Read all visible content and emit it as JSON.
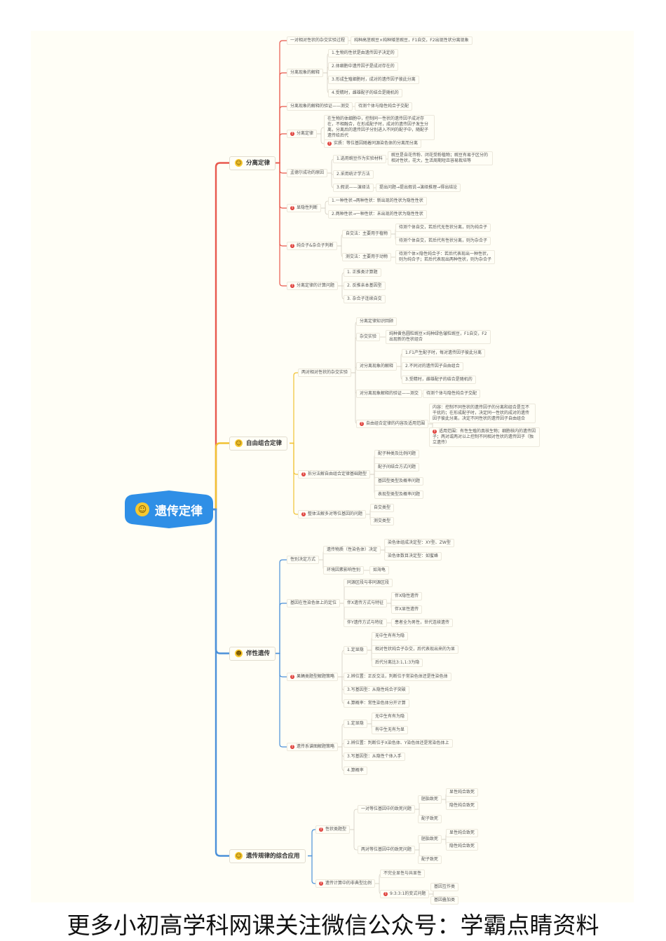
{
  "root": {
    "label": "遗传定律",
    "icon": "smile-face-icon"
  },
  "colors": {
    "red": "#e8594e",
    "yellow": "#f1c232",
    "blue": "#4a90d9",
    "root_fill": "#2f8fe6",
    "gray_link": "#d3cec2",
    "marker": "#e0413c"
  },
  "branches": [
    {
      "label": "分离定律",
      "icon": "smile-face-icon"
    },
    {
      "label": "自由组合定律",
      "icon": "smile-face-icon"
    },
    {
      "label": "伴性遗传",
      "icon": "cool-face-icon"
    },
    {
      "label": "遗传规律的综合应用",
      "icon": "heart-eyes-face-icon"
    }
  ],
  "nodes": [
    "一对相对性状的杂交实验过程",
    "纯种高茎豌豆×纯种矮茎豌豆，F1自交，F2出现性状分离现象",
    "分离现象的解释",
    "1.生物的性状是由遗传因子决定的",
    "2.体细胞中遗传因子是成对存在的",
    "3.形成生殖细胞时，成对的遗传因子彼此分离",
    "4.受精时，雌雄配子的结合是随机的",
    "分离现象的解释的验证——测交",
    "待测个体与隐性纯合子交配",
    "分离定律",
    "在生物的体细胞中，控制同一性状的遗传因子成对存在，不相融合，在形成配子时，成对的遗传因子发生分离，分离后的遗传因子分别进入不同的配子中，随配子遗传给后代",
    "实质：等位基因随着同源染色体的分离而分离",
    "孟德尔成功的原因",
    "1.选用豌豆作为实验材料",
    "豌豆是自花传粉、闭花受粉植物；豌豆有易于区分的相对性状，花大，生活周期短且容易栽培等",
    "2.采用统计学方法",
    "3.假说——演绎法",
    "提出问题→提出假说→演绎推理→得出结论",
    "显隐性判断",
    "1.一种性状→两种性状：新出现的性状为隐性性状",
    "2.两种性状→一种性状：未出现的性状为隐性性状",
    "纯合子&杂合子判断",
    "自交法：主要用于植物",
    "待测个体自交，若后代无性状分离，则为纯合子",
    "待测个体自交，若后代有性状分离，则为杂合子",
    "测交法：主要用于动物",
    "待测个体×隐性纯合子：若后代表现出一种性状，则为纯合子；若后代表现出两种性状，则为杂合子",
    "分离定律的计算问题",
    "1. 正推类计算题",
    "2. 反推亲本基因型",
    "3. 杂合子连续自交",
    "两对相对性状的杂交实验",
    "分离定律知识回顾",
    "杂交实验",
    "纯种黄色圆粒豌豆×纯种绿色皱粒豌豆，F1自交，F2出现新的性状组合",
    "对分离现象的解释",
    "1.F1产生配子时，每对遗传因子彼此分离",
    "2.不同对的遗传因子自由组合",
    "3.受精时，雌雄配子的结合是随机的",
    "对分离现象解释的验证——测交",
    "待测个体与隐性纯合子交配",
    "自由组合定律的内容及适用范围",
    "内容：控制不同性状的遗传因子的分离和组合是互不干扰的；在形成配子时，决定同一性状的成对的遗传因子彼此分离，决定不同性状的遗传因子自由组合",
    "适用范围：有性生殖的真核生物；细胞核内的遗传因子；两对或两对以上控制不同相对性状的遗传因子（独立遗传）",
    "拆分法解自由组合定律基础题型",
    "配子种类及比例问题",
    "配子间结合方式问题",
    "基因型类型及概率问题",
    "表现型类型及概率问题",
    "整体法解多对等位基因的问题",
    "自交类型",
    "测交类型",
    "性别决定方式",
    "遗传物质（性染色体）决定",
    "染色体组成决定型：XY型、ZW型",
    "染色体数目决定型：如蜜蜂",
    "环境因素影响性别",
    "如海龟",
    "基因在性染色体上的定位",
    "同源区段与非同源区段",
    "伴X遗传方式与特征",
    "伴X隐性遗传",
    "伴X显性遗传",
    "伴Y遗传方式与特征",
    "患者全为男性，世代连续遗传",
    "果蝇类题型解题策略",
    "1.定显隐",
    "无中生有有为隐",
    "相对性状纯合子杂交，后代表现出来的为显",
    "后代分离比3:1,1:3为隐",
    "2.辨位置：正反交法，判断位于常染色体还是性染色体",
    "3.写基因型：从隐性纯合子突破",
    "4.算概率：常性染色体分开计算",
    "遗传系谱图解题策略",
    "1.定显隐",
    "无中生有有为隐",
    "有中生无有为显",
    "2.辨位置：判断位于X染色体、Y染色体还是常染色体上",
    "3.写基因型：从隐性个体入手",
    "4.算概率",
    "性状类题型",
    "一对等位基因中的致死问题",
    "胚胎致死",
    "显性纯合致死",
    "隐性纯合致死",
    "配子致死",
    "两对等位基因中的致死问题",
    "胚胎致死",
    "显性纯合致死",
    "隐性纯合致死",
    "配子致死",
    "遗传计算中的非典型比例",
    "不完全显性与共显性",
    "9:3:3:1的变式问题",
    "基因互作类",
    "基因叠加类"
  ],
  "footer": "更多小初高学科网课关注微信公众号：学霸点睛资料"
}
